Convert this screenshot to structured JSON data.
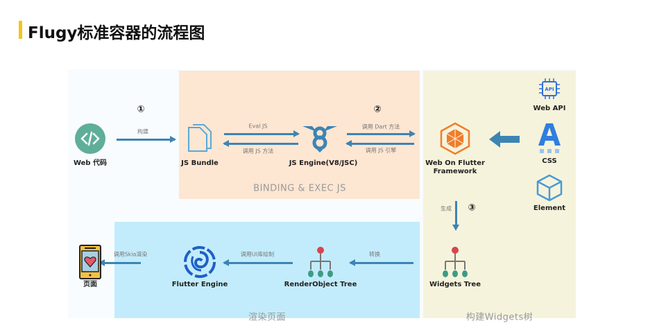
{
  "title": "Flugy标准容器的流程图",
  "colors": {
    "accent_bar": "#f5c518",
    "arrow": "#3d84b3",
    "binding_bg": "#fde6d2",
    "render_bg": "#c2ecfb",
    "widgets_bg": "#f6f3dc",
    "canvas_bg": "#f8fcfe"
  },
  "nodes": {
    "web_code": "Web 代码",
    "js_bundle": "JS Bundle",
    "js_engine": "JS Engine(V8/JSC)",
    "wof_1": "Web On Flutter",
    "wof_2": "Framework",
    "web_api": "Web API",
    "api_badge": "API",
    "css": "CSS",
    "element": "Element",
    "widgets_tree": "Widgets Tree",
    "render_tree": "RenderObject Tree",
    "flutter_engine": "Flutter Engine",
    "page": "页面"
  },
  "steps": {
    "s1": "①",
    "s2": "②",
    "s3": "③"
  },
  "arrows": {
    "build": "构建",
    "eval": "Eval JS",
    "call_js": "调用 JS 方法",
    "call_dart": "调用 Dart 方法",
    "call_engine": "调用  JS 引擎",
    "generate": "生成",
    "convert": "转换",
    "draw": "调用UI库绘制",
    "skia": "调用Skia渲染"
  },
  "sections": {
    "binding": "BINDING & EXEC JS",
    "render": "渲染页面",
    "widgets": "构建Widgets树"
  }
}
